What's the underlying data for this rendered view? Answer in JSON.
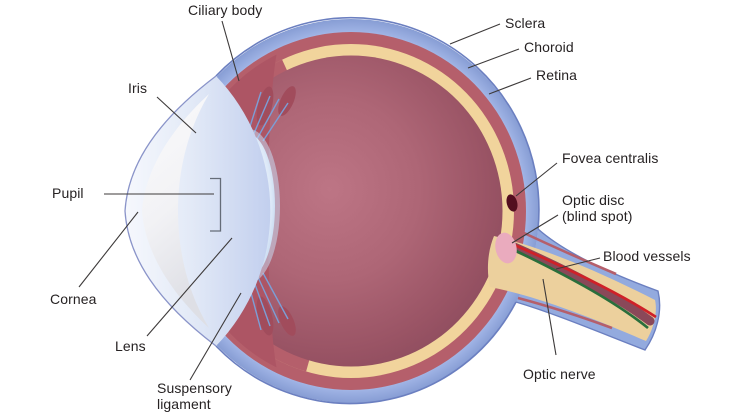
{
  "labels": {
    "ciliary_body": "Ciliary body",
    "iris": "Iris",
    "pupil": "Pupil",
    "cornea": "Cornea",
    "lens": "Lens",
    "suspensory_ligament": "Suspensory\nligament",
    "sclera": "Sclera",
    "choroid": "Choroid",
    "retina": "Retina",
    "fovea_centralis": "Fovea centralis",
    "optic_disc": "Optic disc\n(blind spot)",
    "blood_vessels": "Blood vessels",
    "optic_nerve": "Optic nerve"
  },
  "colors": {
    "background": "#ffffff",
    "label_text": "#262223",
    "leader_line": "#3d3a3a",
    "sclera_blue": "#93aade",
    "sclera_outline": "#6b7fc0",
    "choroid_red": "#b55f6b",
    "retina_cream": "#f1d49c",
    "vitreous_rose": "#a86272",
    "ciliary_red": "#ad5564",
    "ciliary_process": "#a14c5c",
    "iris_slate": "#47657e",
    "zonule_blue": "#7c9ed6",
    "lens_blue": "#d5e4f7",
    "cornea_outline": "#8a94c9",
    "cornea_white": "#f2f2f5",
    "optic_nerve_tan": "#ecd09d",
    "nerve_band_maroon": "#8a4859",
    "vessel_red": "#cf2128",
    "vessel_green": "#2a6e3c",
    "optic_disc_pink": "#eaabbe",
    "fovea_dark": "#530e1f",
    "pupil_bracket": "#656c78"
  }
}
